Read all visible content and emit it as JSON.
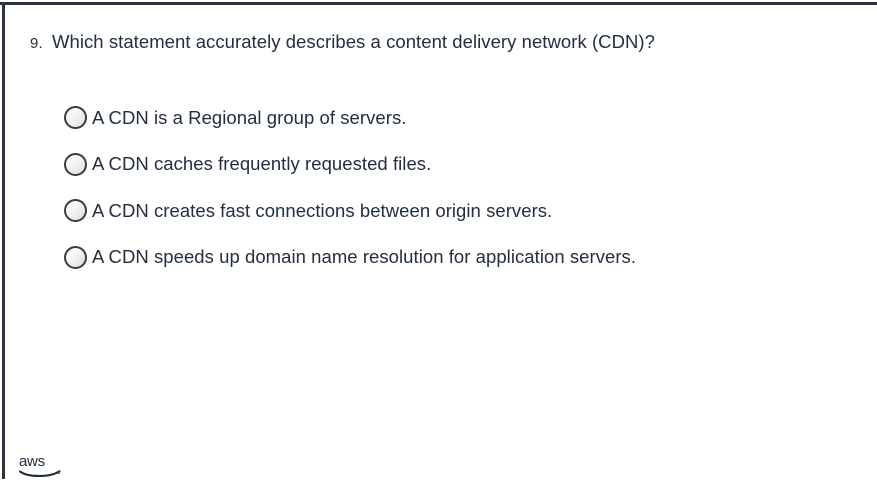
{
  "question": {
    "number": "9.",
    "text": "Which statement accurately describes a content delivery network (CDN)?"
  },
  "options": [
    {
      "label": "A CDN is a Regional group of servers."
    },
    {
      "label": "A CDN caches frequently requested files."
    },
    {
      "label": "A CDN creates fast connections between origin servers."
    },
    {
      "label": "A CDN speeds up domain name resolution for application servers."
    }
  ],
  "branding": {
    "logo_text": "aws",
    "logo_name": "aws-logo"
  },
  "colors": {
    "text": "#232f3e",
    "edge_rule": "#2b3640",
    "radio_border": "#3c3c3c",
    "background": "#ffffff"
  }
}
